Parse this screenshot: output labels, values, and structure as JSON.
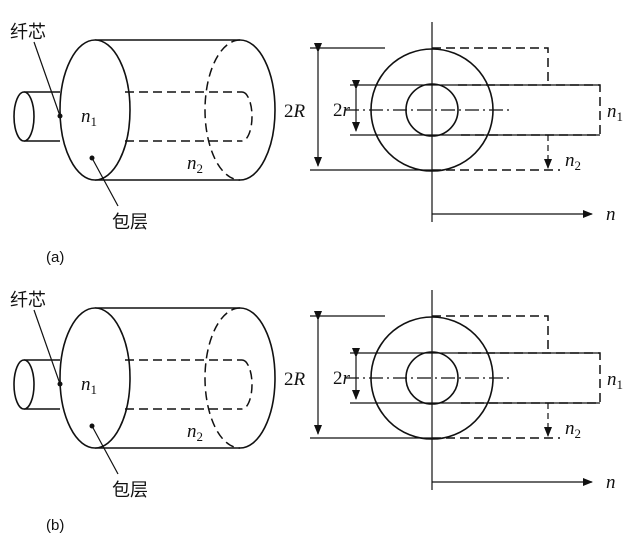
{
  "panels": [
    {
      "id": "a",
      "caption": "(a)",
      "core_label": "纤芯",
      "cladding_label": "包层",
      "core_index": {
        "sym": "n",
        "sub": "1"
      },
      "cladding_index": {
        "sym": "n",
        "sub": "2"
      },
      "outer_diameter": {
        "num": "2",
        "var": "R"
      },
      "core_diameter": {
        "num": "2",
        "var": "r"
      },
      "profile_n1": {
        "sym": "n",
        "sub": "1"
      },
      "profile_n2": {
        "sym": "n",
        "sub": "2"
      },
      "axis_label": "n"
    },
    {
      "id": "b",
      "caption": "(b)",
      "core_label": "纤芯",
      "cladding_label": "包层",
      "core_index": {
        "sym": "n",
        "sub": "1"
      },
      "cladding_index": {
        "sym": "n",
        "sub": "2"
      },
      "outer_diameter": {
        "num": "2",
        "var": "R"
      },
      "core_diameter": {
        "num": "2",
        "var": "r"
      },
      "profile_n1": {
        "sym": "n",
        "sub": "1"
      },
      "profile_n2": {
        "sym": "n",
        "sub": "2"
      },
      "axis_label": "n"
    }
  ]
}
